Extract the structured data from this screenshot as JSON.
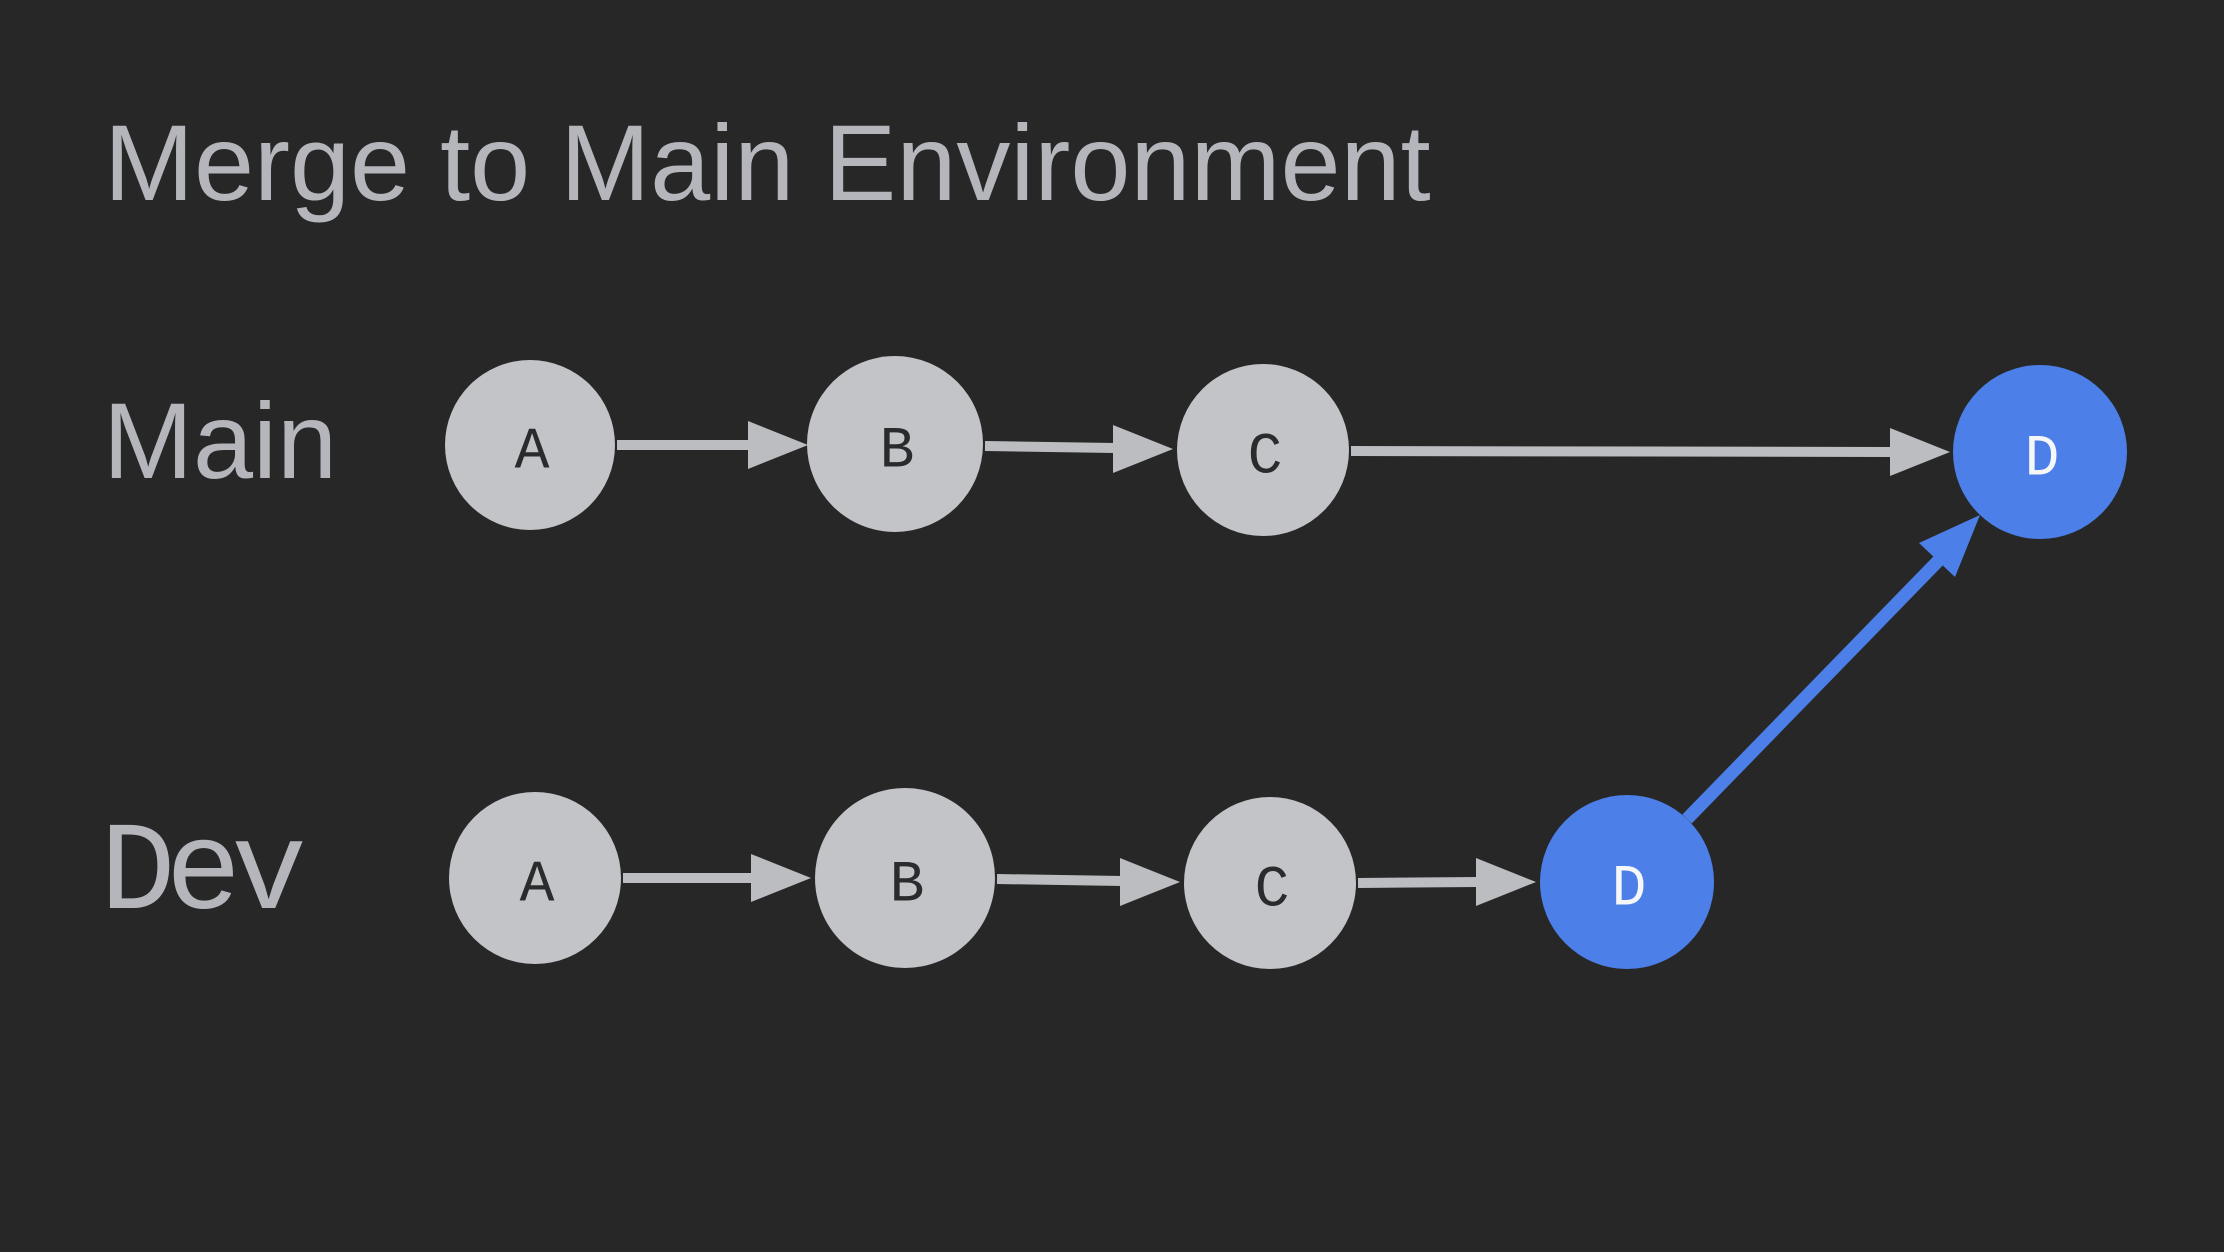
{
  "title": "Merge to Main Environment",
  "colors": {
    "background": "#272727",
    "node_fill": "#c2c4c8",
    "node_label_dark": "#2a2b2d",
    "node_label_light": "#f6f7f9",
    "accent_blue": "#4c7fe8",
    "text_gray": "#b4b6bb",
    "arrow_gray": "#bbbdc1"
  },
  "diagram": {
    "type": "git-branch-merge",
    "branches": [
      {
        "name": "Main",
        "commits": [
          {
            "label": "A",
            "highlighted": false
          },
          {
            "label": "B",
            "highlighted": false
          },
          {
            "label": "C",
            "highlighted": false
          },
          {
            "label": "D",
            "highlighted": true
          }
        ]
      },
      {
        "name": "Dev",
        "commits": [
          {
            "label": "A",
            "highlighted": false
          },
          {
            "label": "B",
            "highlighted": false
          },
          {
            "label": "C",
            "highlighted": false
          },
          {
            "label": "D",
            "highlighted": true
          }
        ]
      }
    ],
    "merge_arrow": {
      "from": "Dev D",
      "to": "Main D",
      "color_role": "accent_blue"
    }
  }
}
